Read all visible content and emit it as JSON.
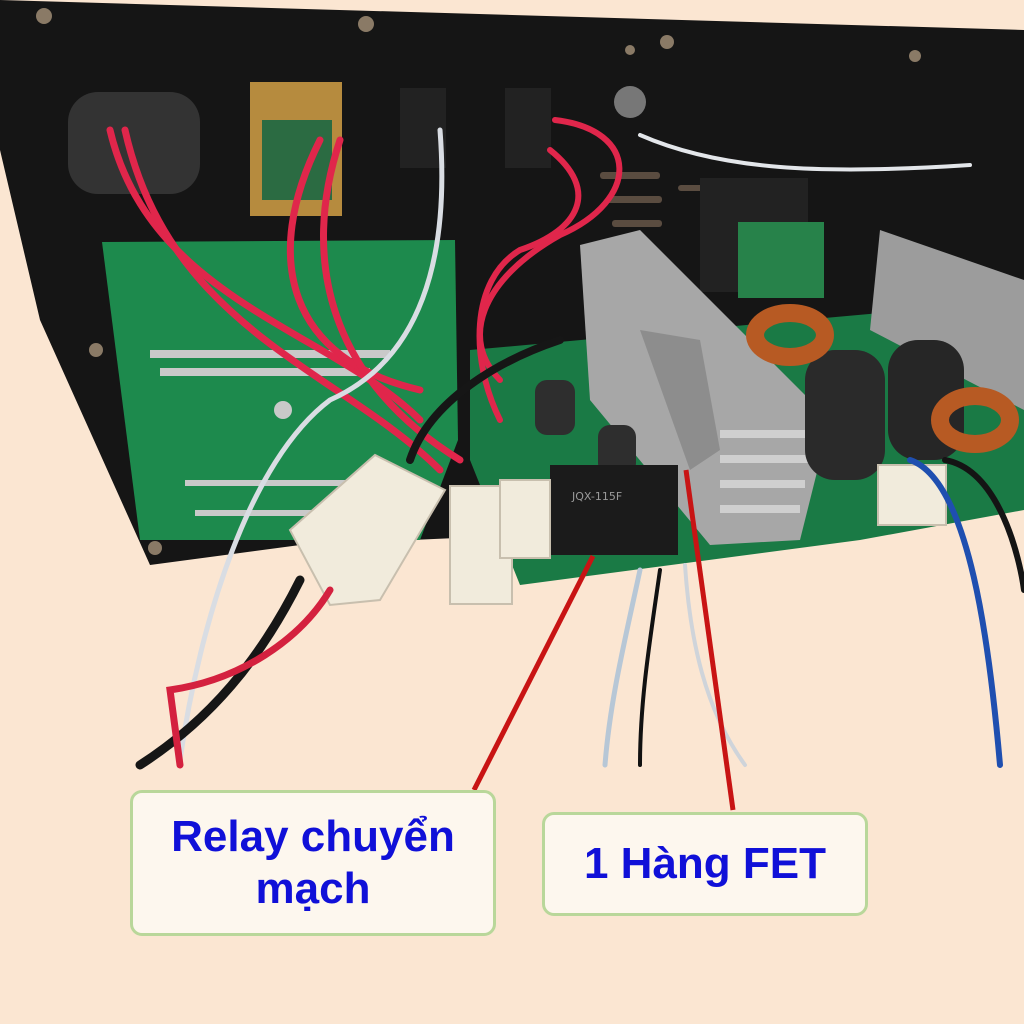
{
  "labels": {
    "relay_line1": "Relay chuyển",
    "relay_line2": "mạch",
    "fet": "1 Hàng FET"
  },
  "colors": {
    "background": "#fbe6d2",
    "label_text": "#1010d8",
    "label_border": "#b9d79a",
    "arrow": "#c81414",
    "chassis": "#141414",
    "pcb": "#1a7a45"
  },
  "components": {
    "relay_markings": "JQX-115F"
  }
}
